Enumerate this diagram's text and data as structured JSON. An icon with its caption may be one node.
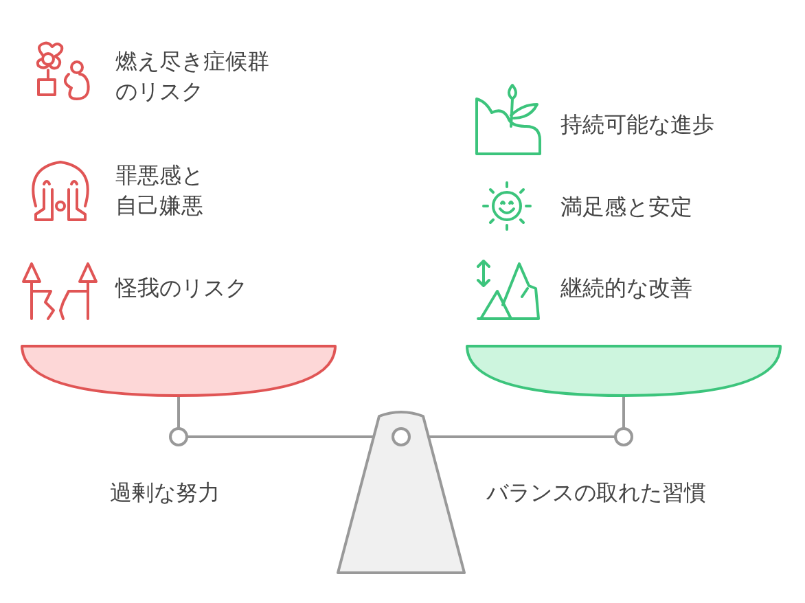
{
  "diagram": {
    "labels": [
      "燃え尽き症候群のリスク",
      "持続可能な進歩",
      "罪悪感と自己嫌悪",
      "満足感と安定",
      "怪我のリスク",
      "継続的な改善",
      "過剰な努力",
      "バランスの取れた習慣"
    ]
  }
}
